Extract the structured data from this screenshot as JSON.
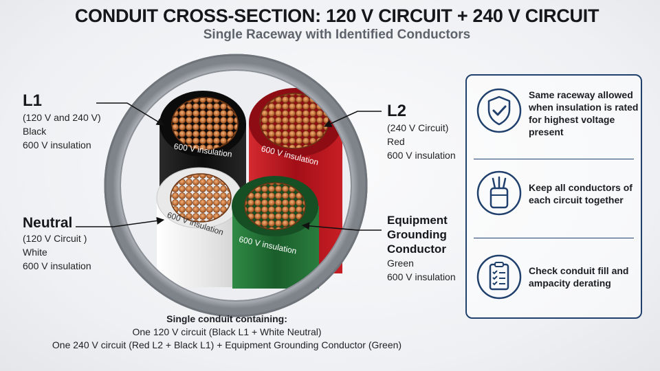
{
  "title": "CONDUIT CROSS-SECTION: 120 V CIRCUIT + 240 V CIRCUIT",
  "subtitle": "Single Raceway with Identified Conductors",
  "conductors": {
    "l1": {
      "name": "L1",
      "circuit": "(120 V and 240 V)",
      "color": "Black",
      "insulation": "600 V insulation",
      "fill": "#141414"
    },
    "l2": {
      "name": "L2",
      "circuit": "(240 V Circuit)",
      "color": "Red",
      "insulation": "600 V insulation",
      "fill": "#b5121b"
    },
    "neutral": {
      "name": "Neutral",
      "circuit": "(120 V Circuit )",
      "color": "White",
      "insulation": "600 V insulation",
      "fill": "#f2f2f2"
    },
    "ground": {
      "name_line1": "Equipment",
      "name_line2": "Grounding",
      "name_line3": "Conductor",
      "color": "Green",
      "insulation": "600 V insulation",
      "fill": "#1f6b32"
    }
  },
  "cable_stamp": "600 V insulation",
  "panel": {
    "items": [
      {
        "icon": "shield-check-icon",
        "text": "Same raceway allowed when insulation is rated for highest voltage present"
      },
      {
        "icon": "bundled-conductors-icon",
        "text": "Keep all conductors of each circuit together"
      },
      {
        "icon": "clipboard-checklist-icon",
        "text": "Check conduit fill and ampacity derating"
      }
    ],
    "accent": "#1f3f6d"
  },
  "summary": {
    "heading": "Single conduit containing:",
    "line1": "One 120 V circuit (Black L1 + White Neutral)",
    "line2": "One 240 V circuit (Red L2 + Black L1) + Equipment Grounding Conductor (Green)"
  },
  "colors": {
    "copper": "#c8763e",
    "conduit": "#9a9ea5"
  }
}
